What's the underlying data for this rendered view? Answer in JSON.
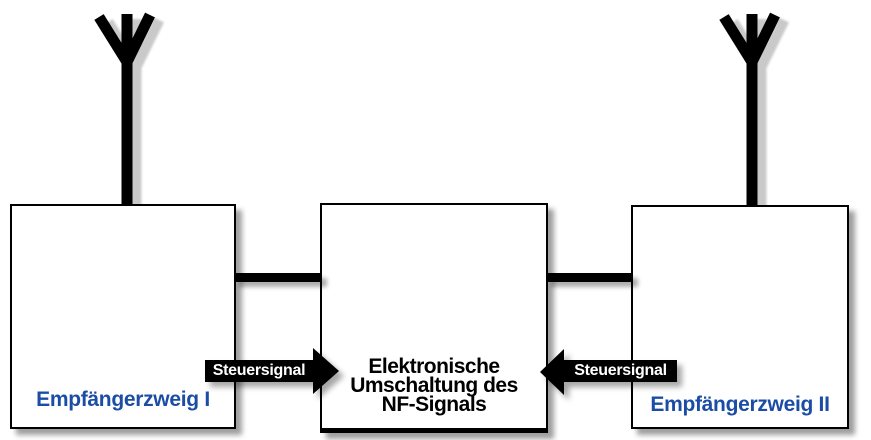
{
  "diagram": {
    "title": "antenna-diversity-block-diagram",
    "colors": {
      "background": "#ffffff",
      "line": "#000000",
      "box_label_blue": "#1b4da5",
      "arrow_band_bg": "#000000",
      "arrow_band_text": "#ffffff",
      "shadow_gray": "#c9c9c9"
    },
    "antennas": {
      "left": "antenna-icon",
      "right": "antenna-icon"
    },
    "boxes": {
      "left": {
        "label": "Empfängerzweig I"
      },
      "center": {
        "lines": [
          "Elektronische",
          "Umschaltung des",
          "NF-Signals"
        ]
      },
      "right": {
        "label": "Empfängerzweig II"
      }
    },
    "arrows": {
      "left": {
        "label": "Steuersignal",
        "direction": "right"
      },
      "right": {
        "label": "Steuersignal",
        "direction": "left"
      }
    }
  }
}
